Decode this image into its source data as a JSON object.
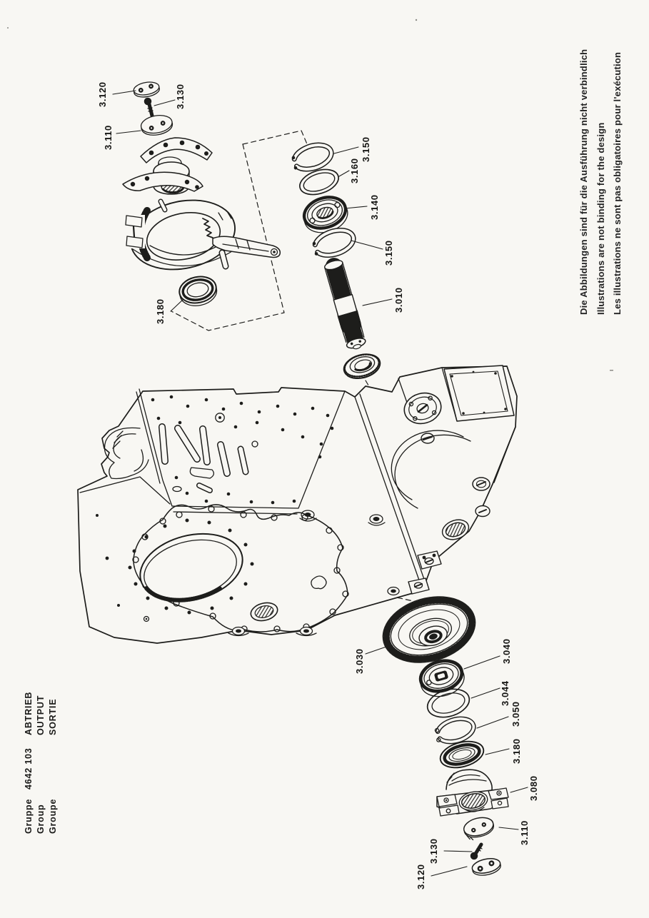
{
  "page": {
    "paper_color": "#f8f7f3",
    "ink_color": "#1d1d1b"
  },
  "title_block": {
    "rows": [
      {
        "label": "Gruppe",
        "code": "4642 103",
        "name": "ABTRIEB"
      },
      {
        "label": "Group",
        "code": "",
        "name": "OUTPUT"
      },
      {
        "label": "Groupe",
        "code": "",
        "name": "SORTIE"
      }
    ]
  },
  "disclaimer": {
    "de": "Die Abbildungen sind für die Ausführung nicht verbindlich",
    "en": "Illustrations are not binding for the design",
    "fr": "Les illustrations ne sont pas obligatoires pour l'exécution"
  },
  "part_labels": [
    {
      "text": "3.120"
    },
    {
      "text": "3.130"
    },
    {
      "text": "3.110"
    },
    {
      "text": "3.150"
    },
    {
      "text": "3.160"
    },
    {
      "text": "3.140"
    },
    {
      "text": "3.150"
    },
    {
      "text": "3.010"
    },
    {
      "text": "3.180"
    },
    {
      "text": "3.030"
    },
    {
      "text": "3.040"
    },
    {
      "text": "3.044"
    },
    {
      "text": "3.050"
    },
    {
      "text": "3.180"
    },
    {
      "text": "3.080"
    },
    {
      "text": "3.110"
    },
    {
      "text": "3.130"
    },
    {
      "text": "3.120"
    }
  ]
}
